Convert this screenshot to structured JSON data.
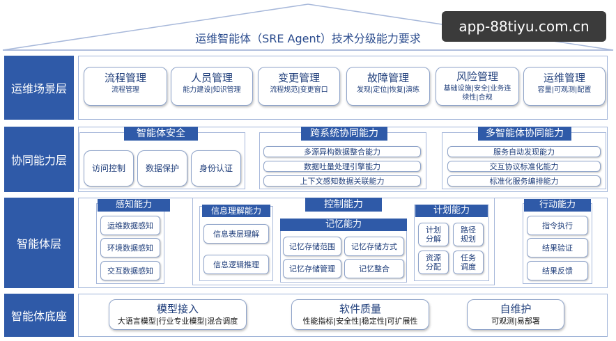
{
  "title": "运维智能体（SRE Agent）技术分级能力要求",
  "watermark": "app-88tiyu.com.cn",
  "layers": {
    "scene": {
      "label": "运维场景层",
      "items": [
        {
          "title": "流程管理",
          "sub": "流程管理"
        },
        {
          "title": "人员管理",
          "sub": "能力建设|知识管理"
        },
        {
          "title": "变更管理",
          "sub": "流程规范|变更窗口"
        },
        {
          "title": "故障管理",
          "sub": "发现|定位|恢复|演练"
        },
        {
          "title": "风险管理",
          "sub": "基础设施|安全|业务连续性|合规"
        },
        {
          "title": "运维管理",
          "sub": "容量|可观测|配置"
        }
      ]
    },
    "collab": {
      "label": "协同能力层",
      "security": {
        "header": "智能体安全",
        "items": [
          "访问控制",
          "数据保护",
          "身份认证"
        ]
      },
      "cross": {
        "header": "跨系统协同能力",
        "items": [
          "多源异构数据整合能力",
          "数据吐量处理引擎能力",
          "上下文感知数据关联能力"
        ]
      },
      "multi": {
        "header": "多智能体协同能力",
        "items": [
          "服务自动发现能力",
          "交互协议标准化能力",
          "标准化服务编排能力"
        ]
      }
    },
    "agent": {
      "label": "智能体层",
      "perception": {
        "header": "感知能力",
        "items": [
          "运维数据感知",
          "环境数据感知",
          "交互数据感知"
        ]
      },
      "control": {
        "header": "控制能力",
        "info": {
          "header": "信息理解能力",
          "items": [
            "信息表层理解",
            "信息逻辑推理"
          ]
        },
        "memory": {
          "header": "记忆能力",
          "items": [
            "记忆存储范围",
            "记忆存储方式",
            "记忆存储管理",
            "记忆整合"
          ]
        },
        "plan": {
          "header": "计划能力",
          "items": [
            "计划分解",
            "路径规划",
            "资源分配",
            "任务调度"
          ]
        }
      },
      "action": {
        "header": "行动能力",
        "items": [
          "指令执行",
          "结果验证",
          "结果反馈"
        ]
      }
    },
    "base": {
      "label": "智能体底座",
      "items": [
        {
          "title": "模型接入",
          "sub": "大语言模型|行业专业模型|混合调度"
        },
        {
          "title": "软件质量",
          "sub": "性能指标|安全性|稳定性|可扩展性"
        },
        {
          "title": "自维护",
          "sub": "可观测|易部署"
        }
      ]
    }
  }
}
